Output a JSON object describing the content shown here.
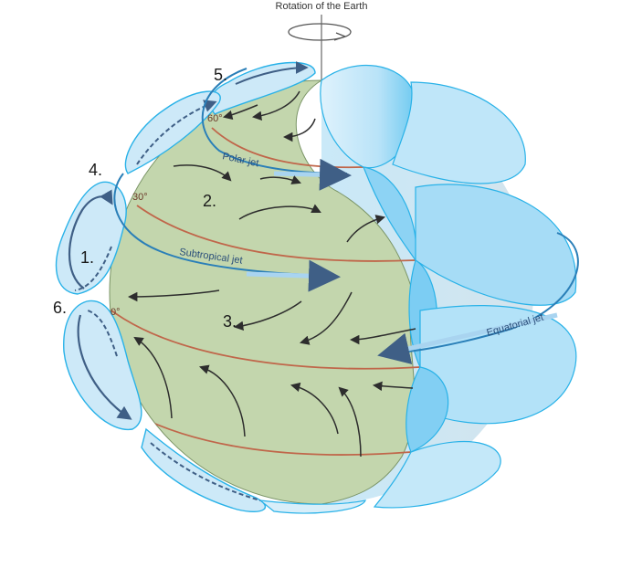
{
  "title": "Rotation of the Earth",
  "cells": {
    "one": "1.",
    "two": "2.",
    "three": "3.",
    "four": "4.",
    "five": "5.",
    "six": "6."
  },
  "latitudes": {
    "sixty": "60°",
    "thirty": "30°",
    "zero": "0°"
  },
  "jets": {
    "polar": "Polar jet",
    "subtropical": "Subtropical jet",
    "equatorial": "Equatorial jet"
  },
  "colors": {
    "globe_fill": "#c3d6ad",
    "cell_fill": "#b7dff5",
    "cell_edge": "#29b2e8",
    "latitude_line": "#c0664a",
    "arrow_dark": "#2d2d2d",
    "jet_arrow": "#a9d4f0"
  }
}
